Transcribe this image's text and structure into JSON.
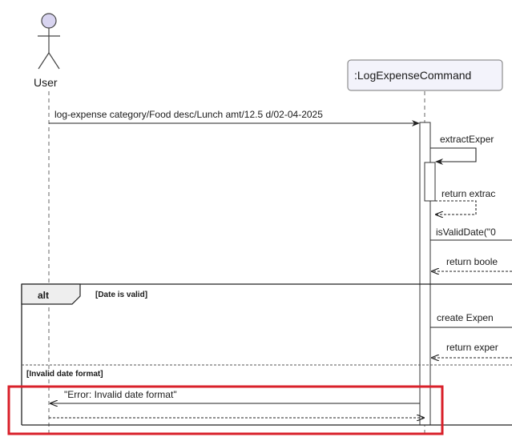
{
  "participants": {
    "actor": {
      "name": "User"
    },
    "command": {
      "name": ":LogExpenseCommand"
    }
  },
  "messages": {
    "m1": "log-expense category/Food desc/Lunch amt/12.5 d/02-04-2025",
    "m2": "extractExper",
    "m3": "return extrac",
    "m4": "isValidDate(\"0",
    "m5": "return boole",
    "m6": "create Expen",
    "m7": "return exper",
    "m8": "\"Error: Invalid date format\""
  },
  "fragment": {
    "operator": "alt",
    "guard_valid": "[Date is valid]",
    "guard_invalid": "[Invalid date format]"
  },
  "colors": {
    "actor_fill": "#d8d4f0",
    "participant_fill": "#f3f3fb",
    "highlight": "#d9202a",
    "line": "#333333"
  }
}
